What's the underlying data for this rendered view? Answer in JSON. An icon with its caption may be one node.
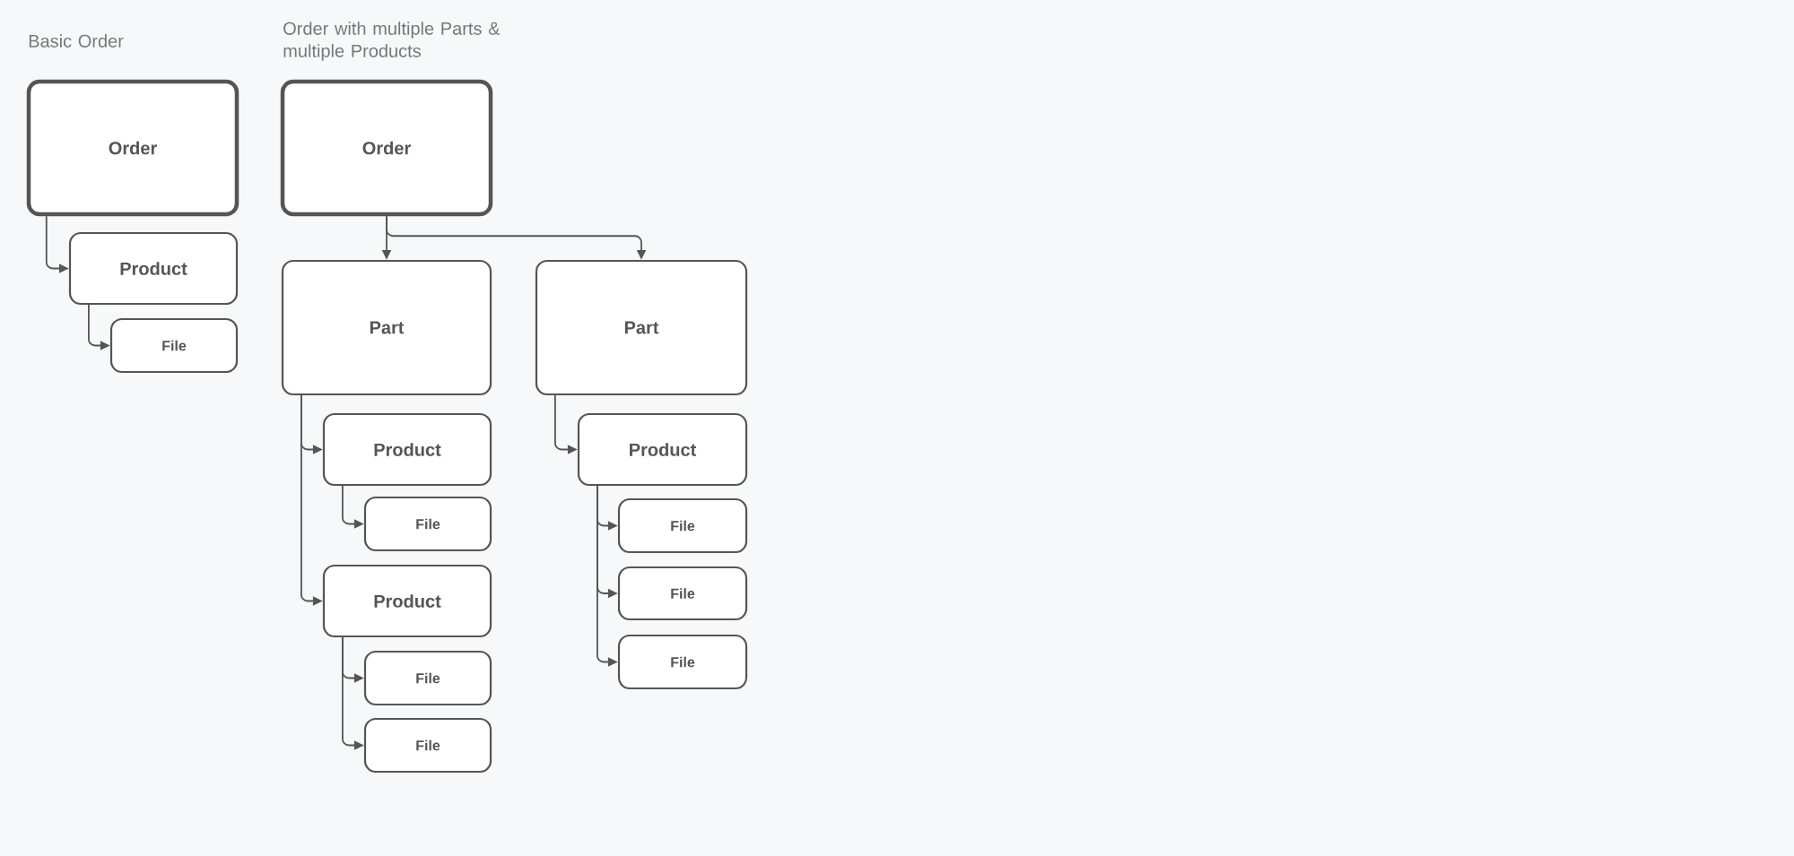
{
  "diagram": {
    "nodes": [
      {
        "text": [
          "Order"
        ]
      },
      {
        "text": [
          "Product"
        ]
      },
      {
        "text": [
          "File"
        ]
      },
      {
        "text": [
          "Order"
        ]
      },
      {
        "text": [
          "Part"
        ]
      },
      {
        "text": [
          "Part"
        ]
      },
      {
        "text": [
          "Product"
        ]
      },
      {
        "text": [
          "File"
        ]
      },
      {
        "text": [
          "Product"
        ]
      },
      {
        "text": [
          "File"
        ]
      },
      {
        "text": [
          "File"
        ]
      },
      {
        "text": [
          "Product"
        ]
      },
      {
        "text": [
          "File"
        ]
      },
      {
        "text": [
          "File"
        ]
      },
      {
        "text": [
          "File"
        ]
      }
    ],
    "edges": [
      {
        "from": 0,
        "to": 1,
        "arrow": "to"
      },
      {
        "from": 1,
        "to": 2,
        "arrow": "to"
      },
      {
        "from": 3,
        "to": 4,
        "arrow": "to"
      },
      {
        "from": 3,
        "to": 5,
        "arrow": "to"
      },
      {
        "from": 4,
        "to": 6,
        "arrow": "to"
      },
      {
        "from": 4,
        "to": 8,
        "arrow": "to"
      },
      {
        "from": 6,
        "to": 7,
        "arrow": "to"
      },
      {
        "from": 8,
        "to": 9,
        "arrow": "to"
      },
      {
        "from": 8,
        "to": 10,
        "arrow": "to"
      },
      {
        "from": 5,
        "to": 11,
        "arrow": "to"
      },
      {
        "from": 11,
        "to": 12,
        "arrow": "to"
      },
      {
        "from": 11,
        "to": 13,
        "arrow": "to"
      },
      {
        "from": 11,
        "to": 14,
        "arrow": "to"
      }
    ],
    "labels": [
      "Basic Order",
      "Order with multiple Parts & multiple Products"
    ]
  }
}
